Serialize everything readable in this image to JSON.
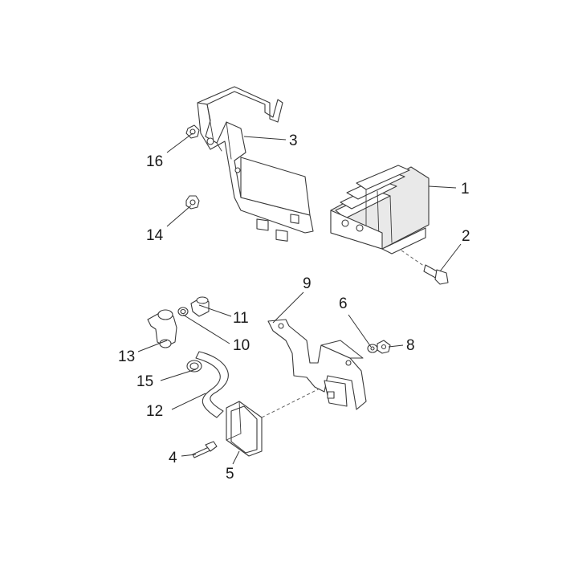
{
  "callouts": {
    "c1": "1",
    "c2": "2",
    "c3": "3",
    "c4": "4",
    "c5": "5",
    "c6": "6",
    "c8": "8",
    "c9": "9",
    "c10": "10",
    "c11": "11",
    "c12": "12",
    "c13": "13",
    "c14": "14",
    "c15": "15",
    "c16": "16"
  },
  "colors": {
    "line": "#3a3a3a",
    "background": "#ffffff",
    "shade": "#e9e9e9"
  }
}
